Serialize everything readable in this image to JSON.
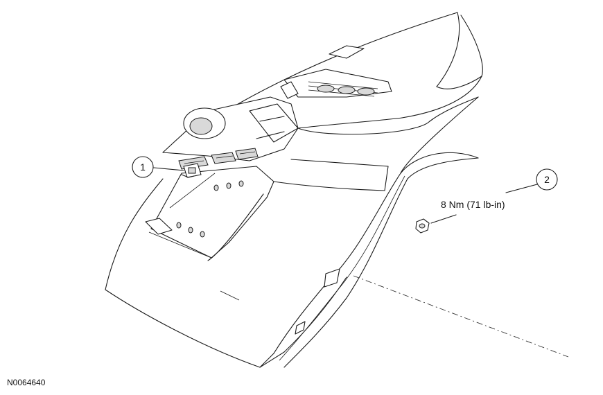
{
  "figure_id": "N0064640",
  "callouts": [
    {
      "number": "1"
    },
    {
      "number": "2",
      "torque_spec": "8 Nm (71 lb-in)"
    }
  ]
}
